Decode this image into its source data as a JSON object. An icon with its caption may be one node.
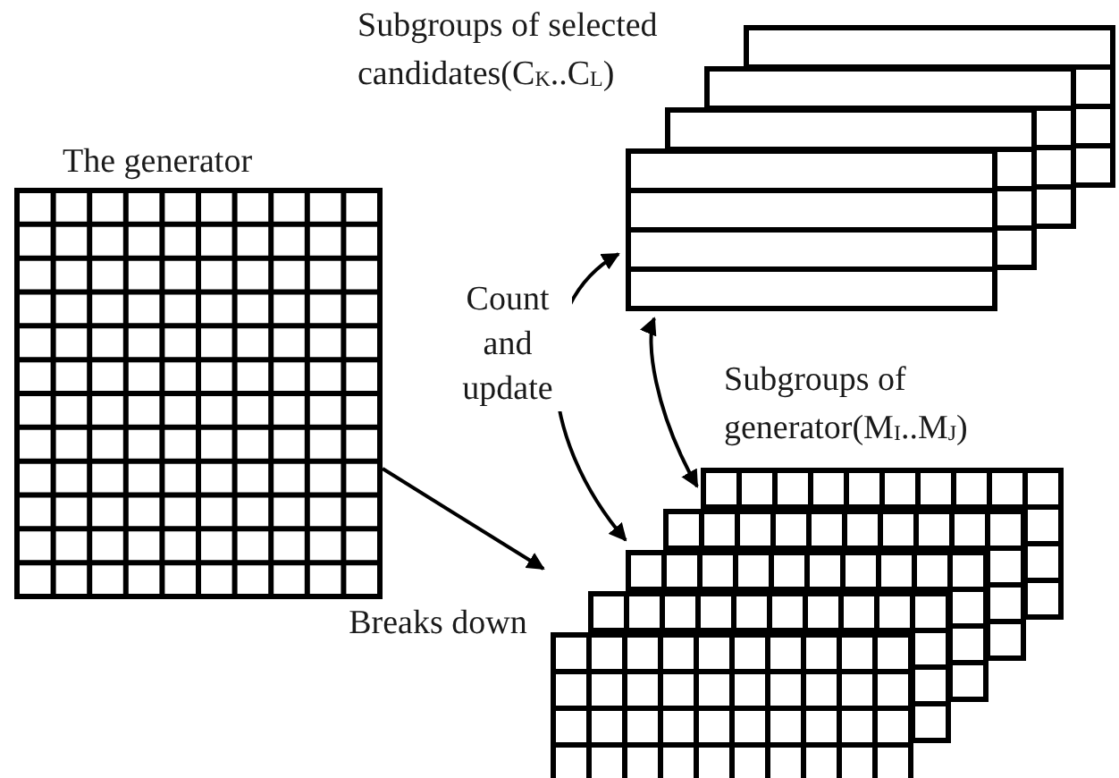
{
  "diagram": {
    "nodes": [
      {
        "text": [
          "The generator"
        ]
      },
      {
        "text": [
          "Subgroups of selected candidates(C$_{K}$..C$_{L}$)"
        ]
      },
      {
        "text": [
          "Subgroups of generator(M$_{I}$..M$_{J}$)"
        ]
      }
    ],
    "edges": [
      {
        "from": 0,
        "to": 2,
        "arrow": "to",
        "label": "Breaks down"
      },
      {
        "from": 1,
        "to": 2,
        "arrow": "both",
        "label": "Count and update"
      },
      {
        "from": 1,
        "to": 2,
        "arrow": "both"
      }
    ]
  }
}
